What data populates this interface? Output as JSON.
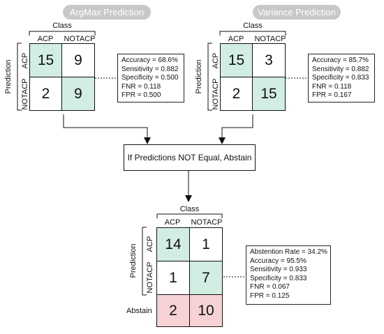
{
  "argmax": {
    "title": "ArgMax Prediction",
    "class_label": "Class",
    "prediction_label": "Prediction",
    "col_headers": [
      "ACP",
      "NOTACP"
    ],
    "row_headers": [
      "ACP",
      "NOTACP"
    ],
    "cells": [
      "15",
      "9",
      "2",
      "9"
    ],
    "metrics": [
      "Accuracy = 68.6%",
      "Sensitivity = 0.882",
      "Specificity = 0.500",
      "FNR = 0.118",
      "FPR = 0.500"
    ]
  },
  "variance": {
    "title": "Variance Prediction",
    "class_label": "Class",
    "prediction_label": "Prediction",
    "col_headers": [
      "ACP",
      "NOTACP"
    ],
    "row_headers": [
      "ACP",
      "NOTACP"
    ],
    "cells": [
      "15",
      "3",
      "2",
      "15"
    ],
    "metrics": [
      "Accuracy = 85.7%",
      "Sensitivity = 0.882",
      "Specificity = 0.833",
      "FNR = 0.118",
      "FPR = 0.167"
    ]
  },
  "decision": {
    "text": "If Predictions NOT Equal, Abstain"
  },
  "combined": {
    "class_label": "Class",
    "prediction_label": "Prediction",
    "col_headers": [
      "ACP",
      "NOTACP"
    ],
    "row_headers": [
      "ACP",
      "NOTACP"
    ],
    "cells": [
      "14",
      "1",
      "1",
      "7"
    ],
    "abstain_label": "Abstain",
    "abstain_cells": [
      "2",
      "10"
    ],
    "metrics": [
      "Abstention Rate = 34.2%",
      "Accuracy = 95.5%",
      "Sensitivity = 0.933",
      "Specificity = 0.833",
      "FNR = 0.067",
      "FPR = 0.125"
    ]
  },
  "colors": {
    "correct_cell": "#d2ede2",
    "abstain_cell": "#f6d2d4",
    "title_pill": "#c8c8c8"
  }
}
